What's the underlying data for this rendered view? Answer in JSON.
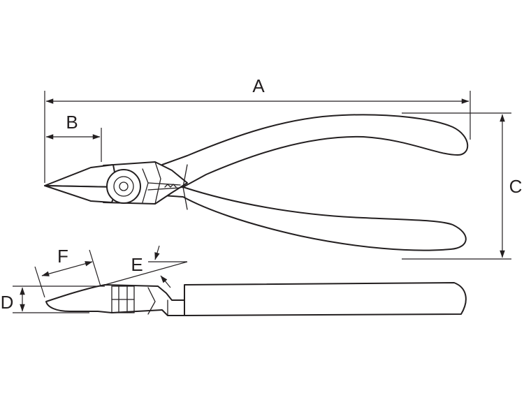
{
  "diagram": {
    "labels": {
      "a": "A",
      "b": "B",
      "c": "C",
      "d": "D",
      "e": "E",
      "f": "F"
    },
    "colors": {
      "line": "#231f20",
      "background": "#ffffff"
    }
  }
}
